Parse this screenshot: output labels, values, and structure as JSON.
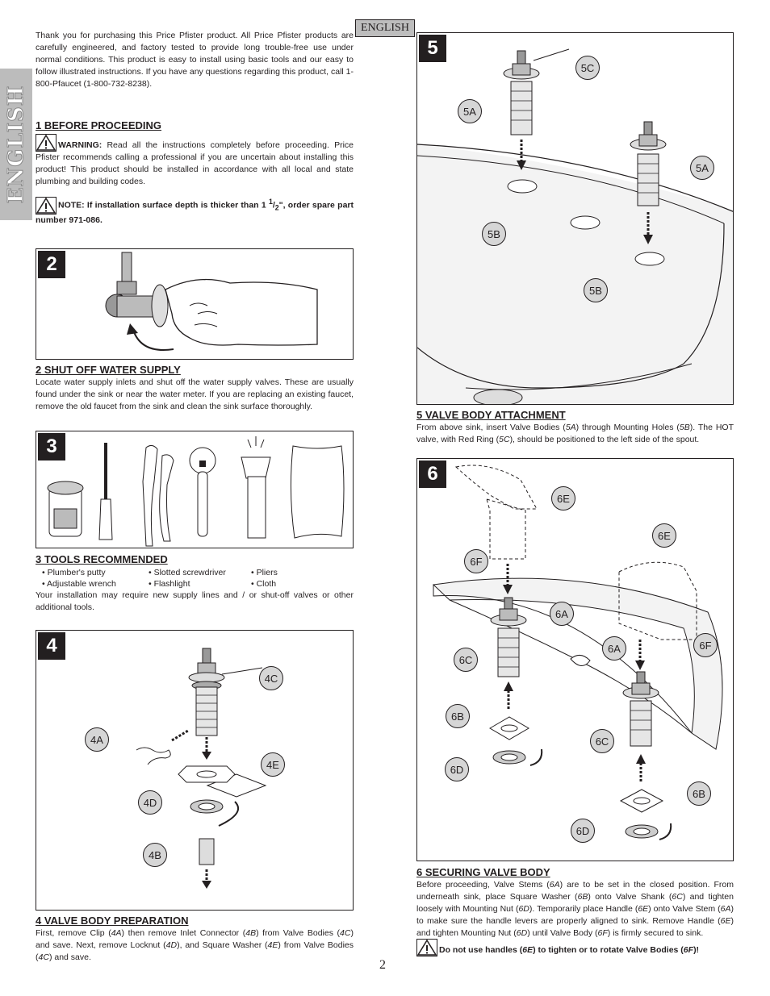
{
  "language_tab": "ENGLISH",
  "language_label": "ENGLISH",
  "intro": "Thank you for purchasing this Price Pfister product.  All Price Pfister products are carefully engineered, and factory tested to provide long trouble-free use under normal conditions.  This product is easy to install using basic tools and our easy to follow illustrated instructions.  If you have any questions regarding this product, call 1-800-Pfaucet (1-800-732-8238).",
  "section1": {
    "heading": "1  BEFORE PROCEEDING",
    "warning_label": "WARNING:",
    "warning_text": " Read all the instructions completely before proceeding. Price Pfister recommends calling a professional if you are uncertain about installing this product! This product should be installed in accordance with all local and state plumbing and building codes.",
    "note_prefix": "NOTE: If installation surface depth is thicker than 1 ",
    "note_num": "1",
    "note_slash": "/",
    "note_den": "2",
    "note_suffix": "\", order spare part number 971-086."
  },
  "step2": {
    "number": "2",
    "heading": "2  SHUT OFF WATER SUPPLY",
    "text": "Locate water supply inlets and shut off the water supply valves.  These are usually found under the sink or near the water meter.  If you are replacing an existing faucet, remove the old faucet from the sink and clean the sink surface thoroughly."
  },
  "step3": {
    "number": "3",
    "heading": "3  TOOLS RECOMMENDED",
    "tools": [
      "• Plumber's putty",
      "• Slotted screwdriver",
      "• Pliers",
      "• Adjustable wrench",
      "• Flashlight",
      "• Cloth"
    ],
    "text": "Your installation may require new supply lines and / or shut-off valves or other additional tools."
  },
  "step4": {
    "number": "4",
    "heading": "4  VALVE BODY PREPARATION",
    "text_parts": [
      "First, remove Clip (",
      "4A",
      ") then remove Inlet Connector (",
      "4B",
      ") from Valve Bodies (",
      "4C",
      ") and save.  Next, remove Locknut (",
      "4D",
      "), and Square Washer (",
      "4E",
      ") from Valve Bodies (",
      "4C",
      ") and save."
    ],
    "callouts": [
      "4C",
      "4A",
      "4E",
      "4D",
      "4B"
    ]
  },
  "step5": {
    "number": "5",
    "heading": "5  VALVE BODY ATTACHMENT",
    "text_parts": [
      "From above sink, insert Valve Bodies (",
      "5A",
      ") through Mounting Holes (",
      "5B",
      ").  The HOT valve, with Red Ring (",
      "5C",
      "), should be positioned to the left side of the spout."
    ],
    "callouts": [
      "5C",
      "5A",
      "5A",
      "5B",
      "5B"
    ]
  },
  "step6": {
    "number": "6",
    "heading": "6  SECURING VALVE BODY",
    "text_parts": [
      "Before proceeding, Valve Stems (",
      "6A",
      ") are to be set in the closed position.  From underneath sink, place Square Washer (",
      "6B",
      ") onto Valve Shank (",
      "6C",
      ") and tighten loosely with Mounting Nut (",
      "6D",
      ").  Temporarily place Handle (",
      "6E",
      ") onto Valve Stem (",
      "6A",
      ") to make sure the handle levers are properly aligned to sink.  Remove Handle (",
      "6E",
      ") and tighten Mounting Nut (",
      "6D",
      ") until Valve Body (",
      "6F",
      ") is firmly secured to sink."
    ],
    "warning_parts": [
      "Do not use handles (",
      "6E",
      ") to tighten or to rotate Valve Bodies (",
      "6F",
      ")!"
    ],
    "callouts": [
      "6E",
      "6E",
      "6F",
      "6A",
      "6A",
      "6F",
      "6C",
      "6B",
      "6C",
      "6D",
      "6B",
      "6D"
    ]
  },
  "page_number": "2"
}
